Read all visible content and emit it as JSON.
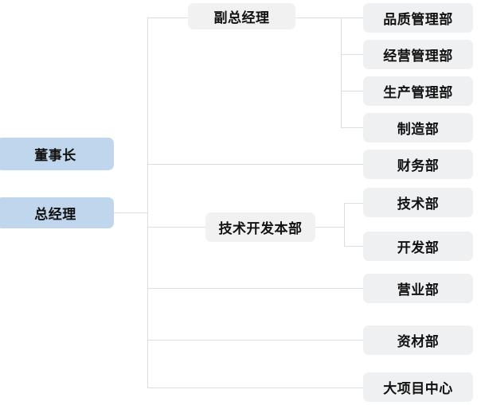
{
  "chart_data": {
    "type": "diagram",
    "diagram_kind": "organization-chart",
    "title": "",
    "orientation": "left-to-right",
    "colors": {
      "executive_box_fill": "#c0d6ec",
      "department_box_fill": "#eff0f1",
      "connector_line": "#dddddd",
      "text": "#111111",
      "background": "#ffffff"
    },
    "nodes": [
      {
        "id": "chairman",
        "label": "董事长",
        "level": 0,
        "style": "executive"
      },
      {
        "id": "general-manager",
        "label": "总经理",
        "level": 0,
        "style": "executive"
      },
      {
        "id": "deputy-general-manager",
        "label": "副总经理",
        "level": 1,
        "style": "department"
      },
      {
        "id": "tech-development-hq",
        "label": "技术开发本部",
        "level": 1,
        "style": "department"
      },
      {
        "id": "quality-management",
        "label": "品质管理部",
        "level": 2,
        "style": "department"
      },
      {
        "id": "business-management",
        "label": "经营管理部",
        "level": 2,
        "style": "department"
      },
      {
        "id": "production-management",
        "label": "生产管理部",
        "level": 2,
        "style": "department"
      },
      {
        "id": "manufacturing",
        "label": "制造部",
        "level": 2,
        "style": "department"
      },
      {
        "id": "finance",
        "label": "财务部",
        "level": 2,
        "style": "department"
      },
      {
        "id": "technology",
        "label": "技术部",
        "level": 2,
        "style": "department"
      },
      {
        "id": "development",
        "label": "开发部",
        "level": 2,
        "style": "department"
      },
      {
        "id": "sales",
        "label": "营业部",
        "level": 2,
        "style": "department"
      },
      {
        "id": "materials",
        "label": "资材部",
        "level": 2,
        "style": "department"
      },
      {
        "id": "major-project-center",
        "label": "大项目中心",
        "level": 2,
        "style": "department"
      }
    ],
    "edges": [
      {
        "from": "general-manager",
        "to": "deputy-general-manager"
      },
      {
        "from": "general-manager",
        "to": "finance"
      },
      {
        "from": "general-manager",
        "to": "tech-development-hq"
      },
      {
        "from": "general-manager",
        "to": "sales"
      },
      {
        "from": "general-manager",
        "to": "materials"
      },
      {
        "from": "general-manager",
        "to": "major-project-center"
      },
      {
        "from": "deputy-general-manager",
        "to": "quality-management"
      },
      {
        "from": "deputy-general-manager",
        "to": "business-management"
      },
      {
        "from": "deputy-general-manager",
        "to": "production-management"
      },
      {
        "from": "deputy-general-manager",
        "to": "manufacturing"
      },
      {
        "from": "tech-development-hq",
        "to": "technology"
      },
      {
        "from": "tech-development-hq",
        "to": "development"
      }
    ]
  },
  "executives": {
    "chairman": "董事长",
    "general_manager": "总经理"
  },
  "mid_level": {
    "deputy_general_manager": "副总经理",
    "tech_development_hq": "技术开发本部"
  },
  "departments": {
    "quality_management": "品质管理部",
    "business_management": "经营管理部",
    "production_management": "生产管理部",
    "manufacturing": "制造部",
    "finance": "财务部",
    "technology": "技术部",
    "development": "开发部",
    "sales": "营业部",
    "materials": "资材部",
    "major_project_center": "大项目中心"
  }
}
